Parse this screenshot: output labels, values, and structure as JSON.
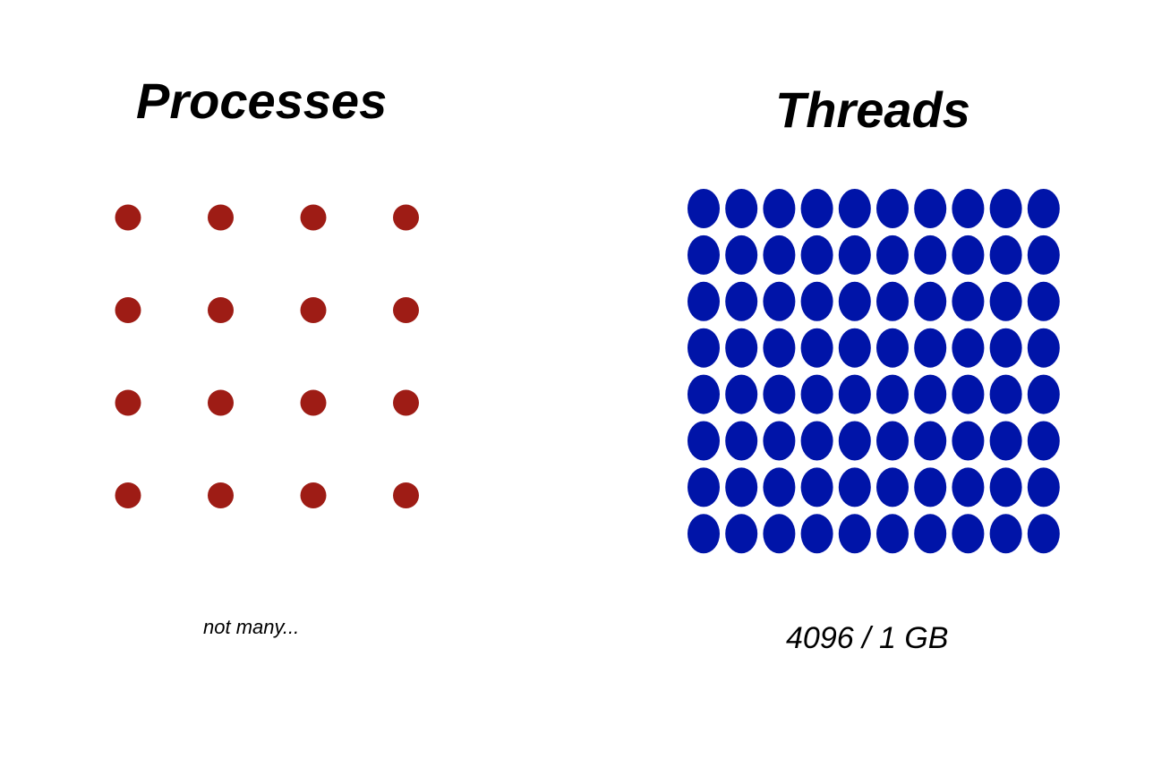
{
  "processes": {
    "title": "Processes",
    "caption": "not many...",
    "dot_color": "#9e1c15",
    "rows": 4,
    "cols": 4
  },
  "threads": {
    "title": "Threads",
    "caption": "4096 / 1 GB",
    "dot_color": "#0014a8",
    "rows": 8,
    "cols": 10
  }
}
